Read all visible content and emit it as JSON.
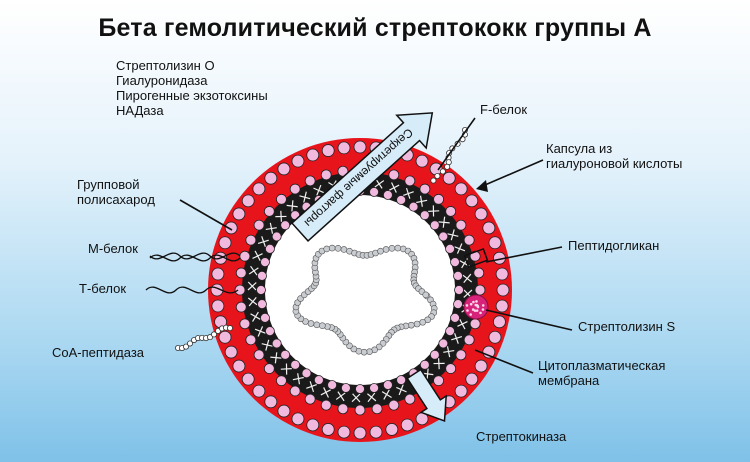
{
  "title": "Бета гемолитический стрептококк группы А",
  "secreted_factors": [
    "Стрептолизин О",
    "Гиалуронидаза",
    "Пирогенные экзотоксины",
    "НАДаза"
  ],
  "arrow_label": "Секретируемые факторы",
  "labels": {
    "f_protein": "F-белок",
    "capsule_line1": "Капсула из",
    "capsule_line2": "гиалуроновой кислоты",
    "group_poly_line1": "Групповой",
    "group_poly_line2": "полисахарод",
    "m_protein": "М-белок",
    "t_protein": "Т-белок",
    "peptidoglycan": "Пептидогликан",
    "streptolysin_s": "Стрептолизин S",
    "coa_peptidase": "СоА-пептидаза",
    "membrane_line1": "Цитоплазматическая",
    "membrane_line2": "мембрана",
    "streptokinase": "Стрептокиназа"
  },
  "colors": {
    "capsule": "#e8141c",
    "membrane_head": "#f2b9de",
    "peptidoglycan": "#1a1a1a",
    "cytoplasm": "#ffffff",
    "dna": "#c9ccd1",
    "streptolysin_s": "#d8237a",
    "arrow": "#d6ecf8"
  }
}
